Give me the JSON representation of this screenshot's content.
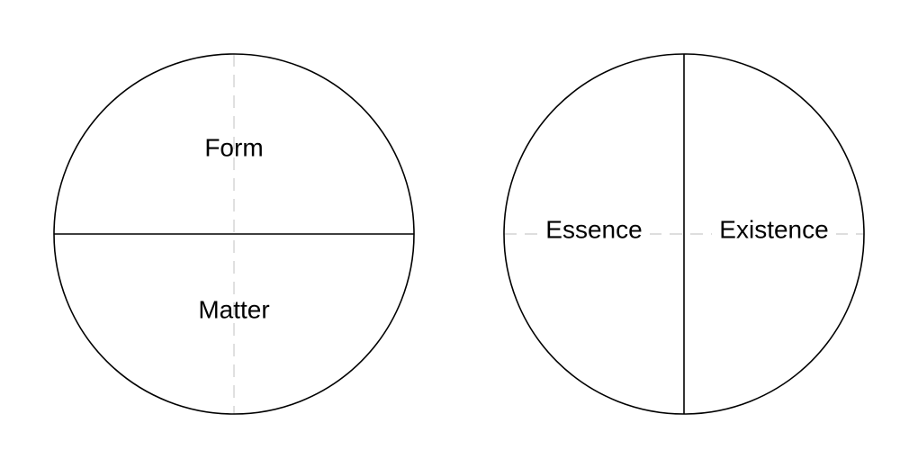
{
  "diagrams": {
    "form_matter": {
      "top_label": "Form",
      "bottom_label": "Matter"
    },
    "essence_existence": {
      "left_label": "Essence",
      "right_label": "Existence"
    }
  },
  "colors": {
    "line": "#000000",
    "guide": "#d3d3d3",
    "background": "#ffffff"
  }
}
